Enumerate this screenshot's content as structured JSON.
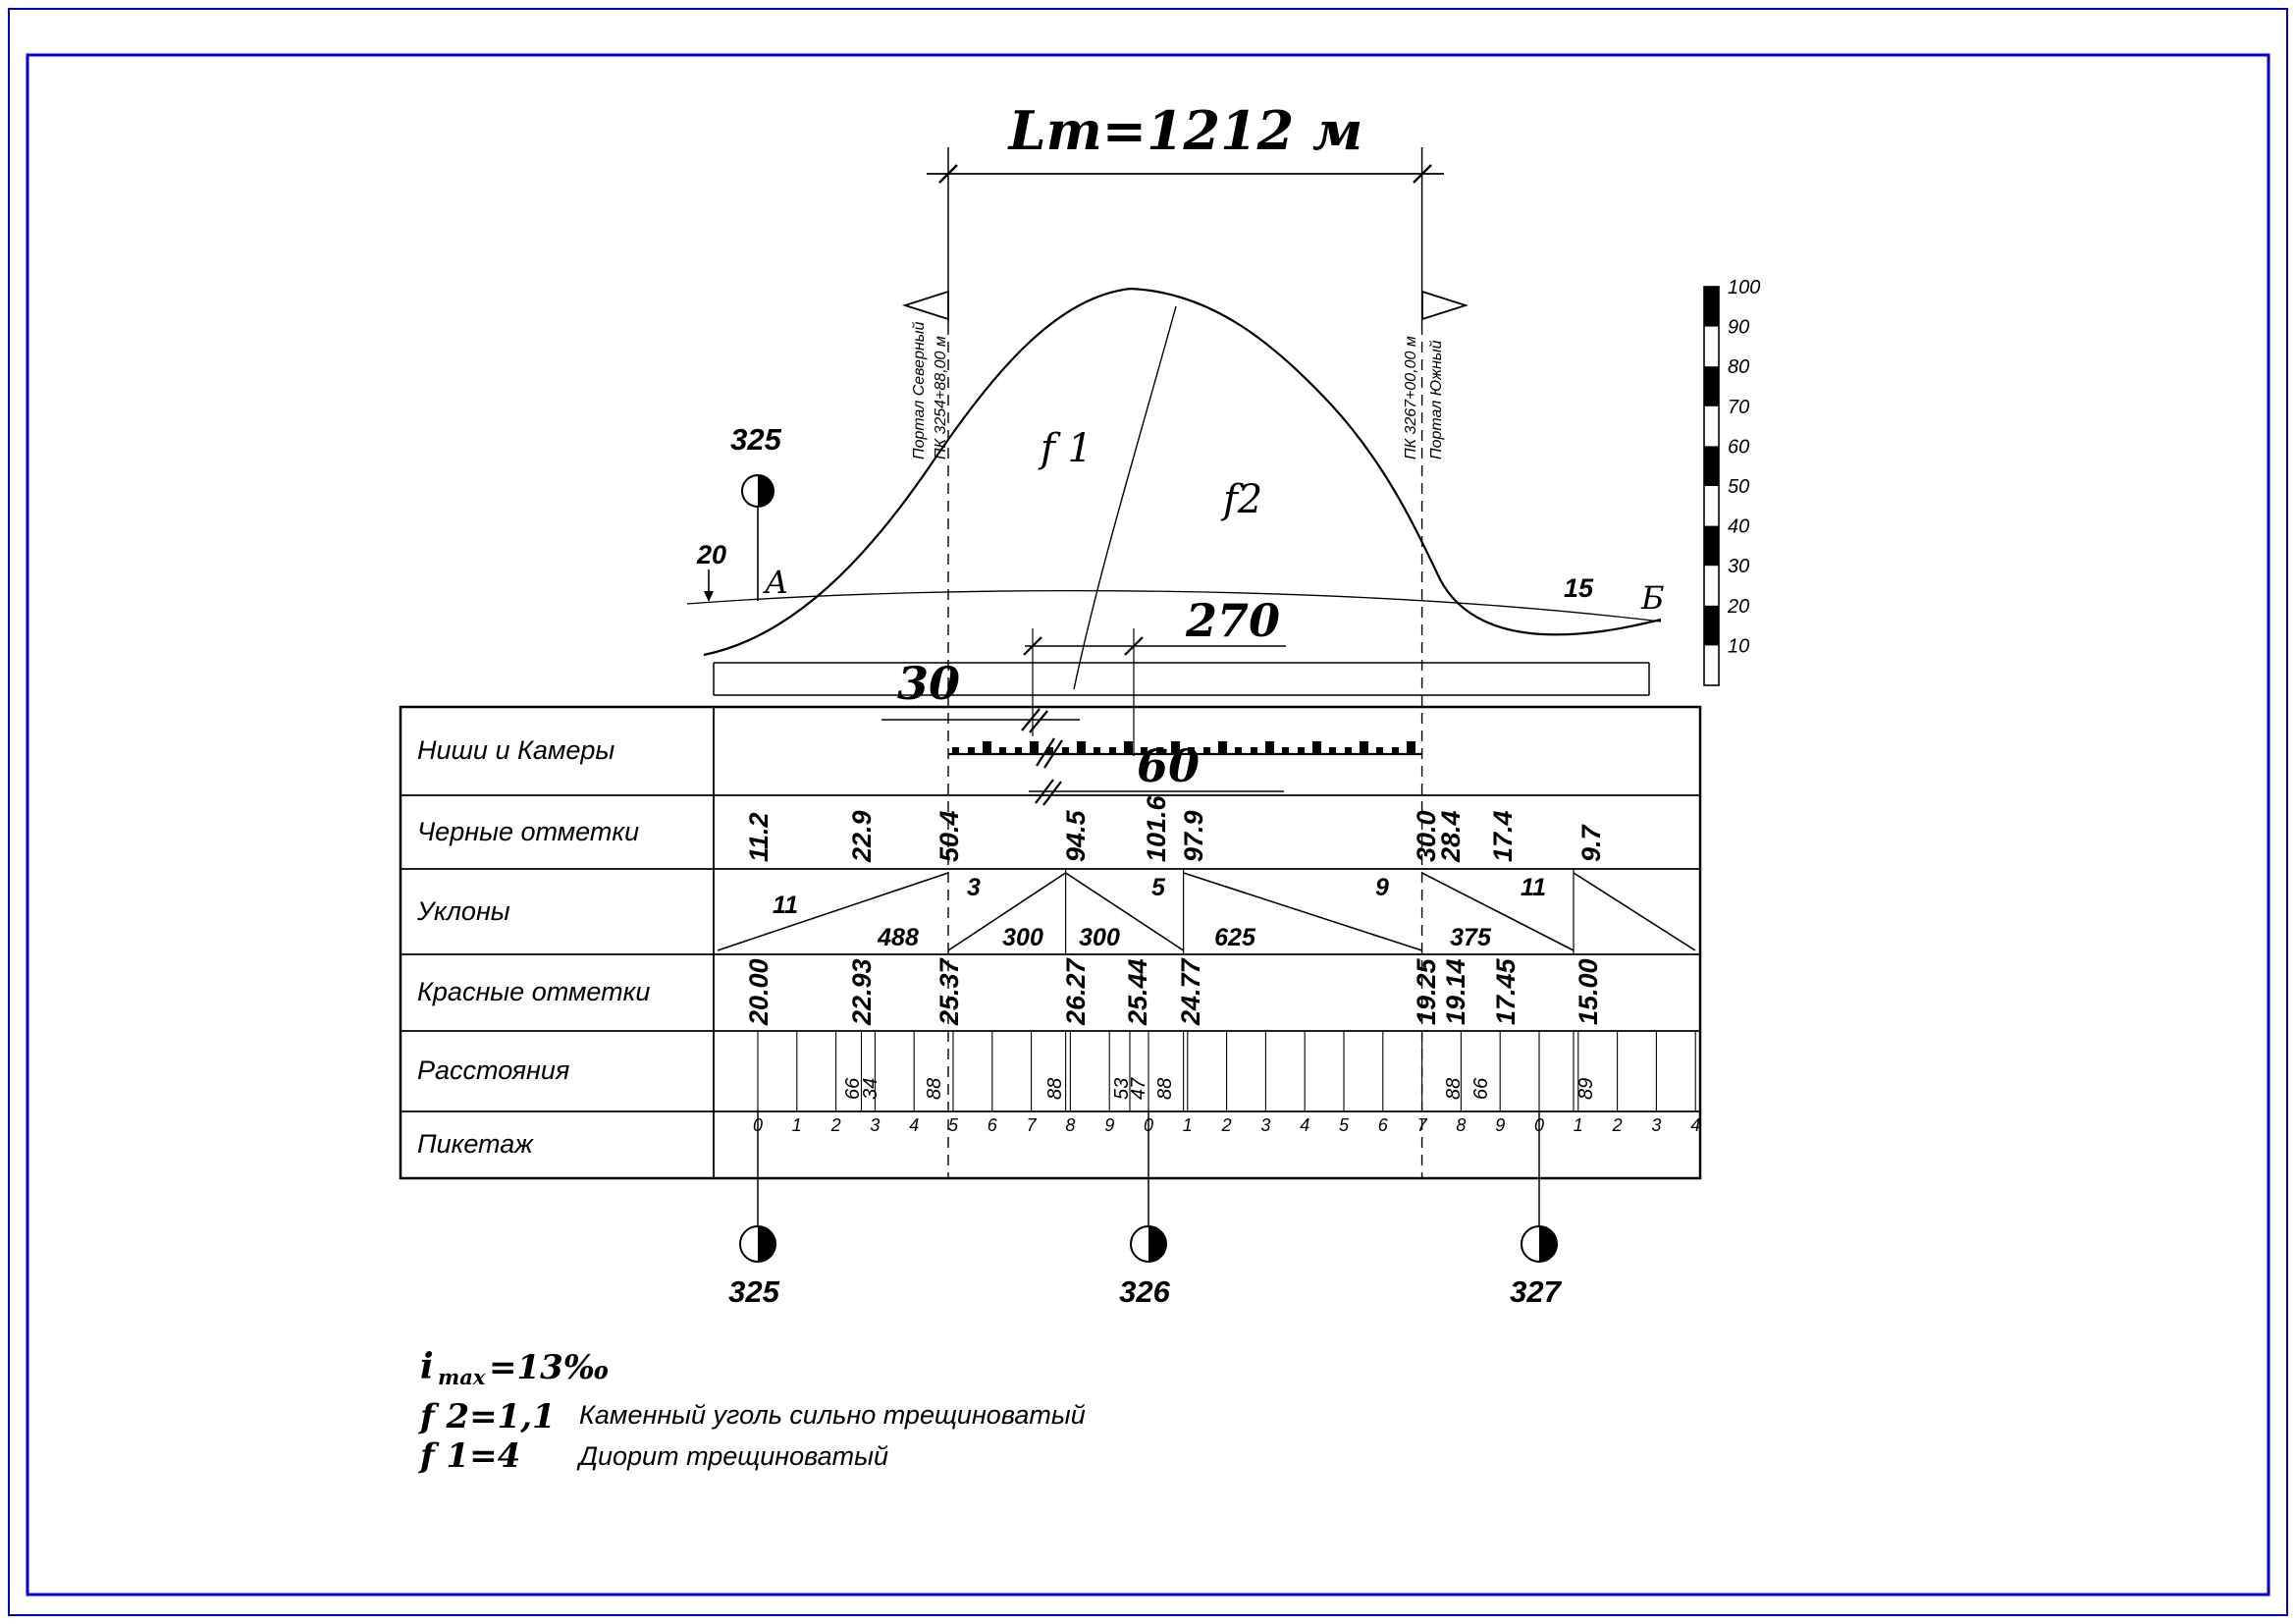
{
  "title": {
    "tunnel_length": "Lm=1212 м"
  },
  "portals": {
    "north": {
      "name": "Портал Северный",
      "station": "ПК 3254+88,00 м"
    },
    "south": {
      "name": "Портал Южный",
      "station": "ПК 3267+00,00 м"
    }
  },
  "profile": {
    "zone1": "f 1",
    "zone2": "f2",
    "point_left": "А",
    "point_right": "Б",
    "elev_left": "20",
    "elev_right": "15",
    "km_top": "325",
    "dim_chamber": "270",
    "dim_niche": "30",
    "dim_mid": "60"
  },
  "scale_bar": {
    "labels": [
      "100",
      "90",
      "80",
      "70",
      "60",
      "50",
      "40",
      "30",
      "20",
      "10"
    ]
  },
  "table": {
    "row_labels": [
      "Ниши и Камеры",
      "Черные отметки",
      "Уклоны",
      "Красные отметки",
      "Расстояния",
      "Пикетаж"
    ],
    "black_marks": [
      "11.2",
      "22.9",
      "50.4",
      "94.5",
      "101.6",
      "97.9",
      "30.0",
      "28.4",
      "17.4",
      "9.7"
    ],
    "grades": [
      "11",
      "3",
      "5",
      "9",
      "11"
    ],
    "grade_lengths": [
      "488",
      "300",
      "300",
      "625",
      "375"
    ],
    "red_marks": [
      "20.00",
      "22.93",
      "25.37",
      "26.27",
      "25.44",
      "24.77",
      "19.25",
      "19.14",
      "17.45",
      "15.00"
    ],
    "distances": [
      "66",
      "34",
      "88",
      "88",
      "53",
      "47",
      "88",
      "88",
      "66",
      "89"
    ],
    "pickets": [
      "0",
      "1",
      "2",
      "3",
      "4",
      "5",
      "6",
      "7",
      "8",
      "9",
      "0",
      "1",
      "2",
      "3",
      "4",
      "5",
      "6",
      "7",
      "8",
      "9",
      "0",
      "1",
      "2",
      "3",
      "4"
    ],
    "km_posts": [
      "325",
      "326",
      "327"
    ]
  },
  "notes": {
    "imax": {
      "symbol": "i",
      "sub": "max",
      "value": "=13‰"
    },
    "f2": {
      "label": "f 2=1,1",
      "description": "Каменный уголь сильно трещиноватый"
    },
    "f1": {
      "label": "f 1=4",
      "description": "Диорит трещиноватый"
    }
  }
}
